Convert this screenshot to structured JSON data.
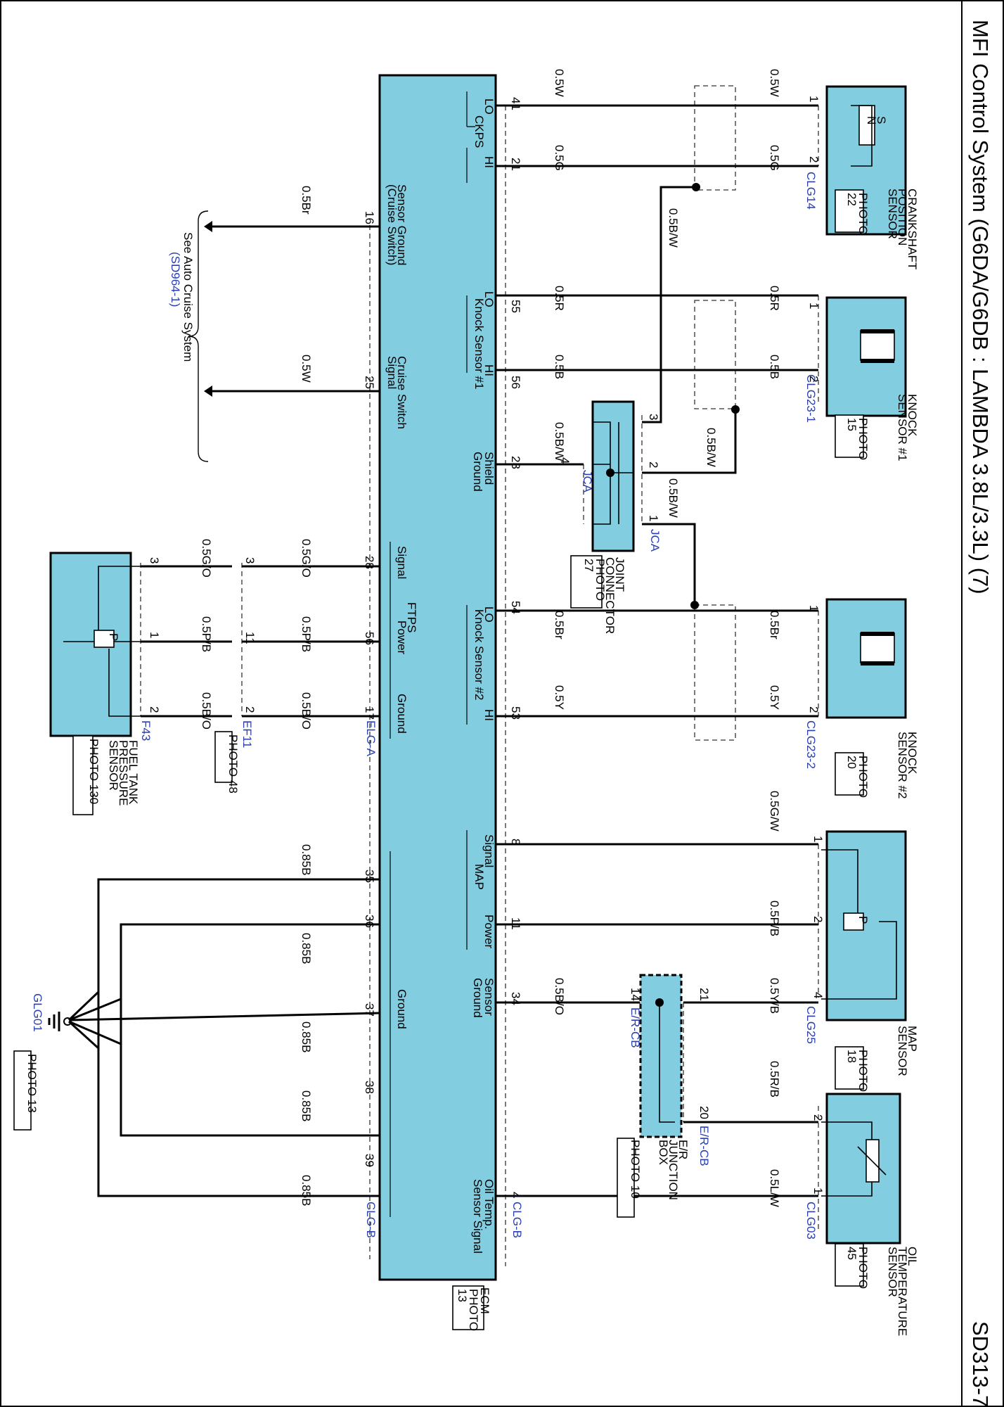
{
  "page": {
    "title": "MFI Control System (G6DA/G6DB : LAMBDA 3.8L/3.3L) (7)",
    "code": "SD313-7"
  },
  "components": {
    "ckp": {
      "name": [
        "CRANKSHAFT",
        "POSITION",
        "SENSOR"
      ],
      "photo": [
        "PHOTO",
        "22"
      ],
      "connector": "CLG14",
      "letters": [
        "S",
        "N"
      ]
    },
    "knock1": {
      "name": [
        "KNOCK",
        "SENSOR #1"
      ],
      "photo": [
        "PHOTO",
        "15"
      ],
      "connector": "CLG23-1"
    },
    "knock2": {
      "name": [
        "KNOCK",
        "SENSOR #2"
      ],
      "photo": [
        "PHOTO",
        "20"
      ],
      "connector": "CLG23-2"
    },
    "map": {
      "name": [
        "MAP",
        "SENSOR"
      ],
      "photo": [
        "PHOTO",
        "18"
      ],
      "connector": "CLG25"
    },
    "oil": {
      "name": [
        "OIL",
        "TEMPERATURE",
        "SENSOR"
      ],
      "photo": [
        "PHOTO",
        "45"
      ],
      "connector": "CLG03"
    },
    "joint": {
      "name": [
        "JOINT",
        "CONNECTOR"
      ],
      "photo": [
        "PHOTO",
        "27"
      ],
      "connector": "JCA"
    },
    "erbox": {
      "name": [
        "E/R",
        "JUNCTION",
        "BOX"
      ],
      "photo": "PHOTO 10",
      "connector": "E/R-CB"
    },
    "ftps": {
      "name": [
        "FUEL TANK",
        "PRESSURE",
        "SENSOR"
      ],
      "photo": "PHOTO 130",
      "connector": "F43"
    },
    "ecm": {
      "name": "ECM",
      "photo": [
        "PHOTO",
        "13"
      ],
      "connectors": [
        "CLG-B",
        "ELG-A",
        "CLG-B"
      ]
    },
    "ground": {
      "name": "GLG01",
      "photo": "PHOTO 13"
    },
    "ef11": {
      "name": "EF11",
      "photo": "PHOTO 48"
    },
    "p_symbol": "P"
  },
  "ecm_labels": {
    "lo": "LO",
    "hi": "HI",
    "ckps": "CKPS",
    "knock1": "Knock Sensor #1",
    "knock2": "Knock Sensor #2",
    "shield": [
      "Shield",
      "Ground"
    ],
    "signal": "Signal",
    "power": "Power",
    "ground": "Ground",
    "map": "MAP",
    "sensor_ground": [
      "Sensor",
      "Ground"
    ],
    "oil": [
      "Oil Temp.",
      "Sensor Signal"
    ],
    "ftps": "FTPS",
    "cruise_ground": [
      "Sensor Ground",
      "(Cruise Switch)"
    ],
    "cruise_signal": [
      "Cruise Switch",
      "Signal"
    ]
  },
  "see_also": {
    "text": "See Auto Cruise System",
    "ref": "(SD964-1)"
  },
  "pins": {
    "ecm": [
      "41",
      "21",
      "16",
      "55",
      "56",
      "25",
      "23",
      "28",
      "56",
      "17",
      "54",
      "53",
      "8",
      "11",
      "34",
      "35",
      "36",
      "37",
      "38",
      "39",
      "4"
    ],
    "ckp": [
      "1",
      "2"
    ],
    "knock1": [
      "1",
      "2"
    ],
    "knock2": [
      "1",
      "2"
    ],
    "joint": [
      "3",
      "2",
      "4",
      "1"
    ],
    "map": [
      "1",
      "2",
      "4"
    ],
    "oil": [
      "2",
      "1"
    ],
    "erbox": [
      "14",
      "21",
      "20"
    ],
    "ftps_mid": [
      "3",
      "11",
      "2"
    ],
    "ftps": [
      "3",
      "1",
      "2"
    ]
  },
  "wires": {
    "ckp_lo": "0.5W",
    "ckp_hi": "0.5G",
    "cruise_g": "0.5Br",
    "cruise_s": "0.5W",
    "k1_lo": "0.5R",
    "k1_hi": "0.5B",
    "shield": "0.5B/W",
    "k2_lo": "0.5Br",
    "k2_hi": "0.5Y",
    "map_sig": "0.5G/W",
    "map_pwr": "0.5P/B",
    "map_gnd": "0.5Y/B",
    "oil_in": "0.5R/B",
    "oil_sig": "0.5L/W",
    "sg": "0.5B/O",
    "ftps_sig": "0.5G/O",
    "ftps_pwr": "0.5P/B",
    "ftps_gnd": "0.5B/O",
    "gnd": "0.85B"
  }
}
